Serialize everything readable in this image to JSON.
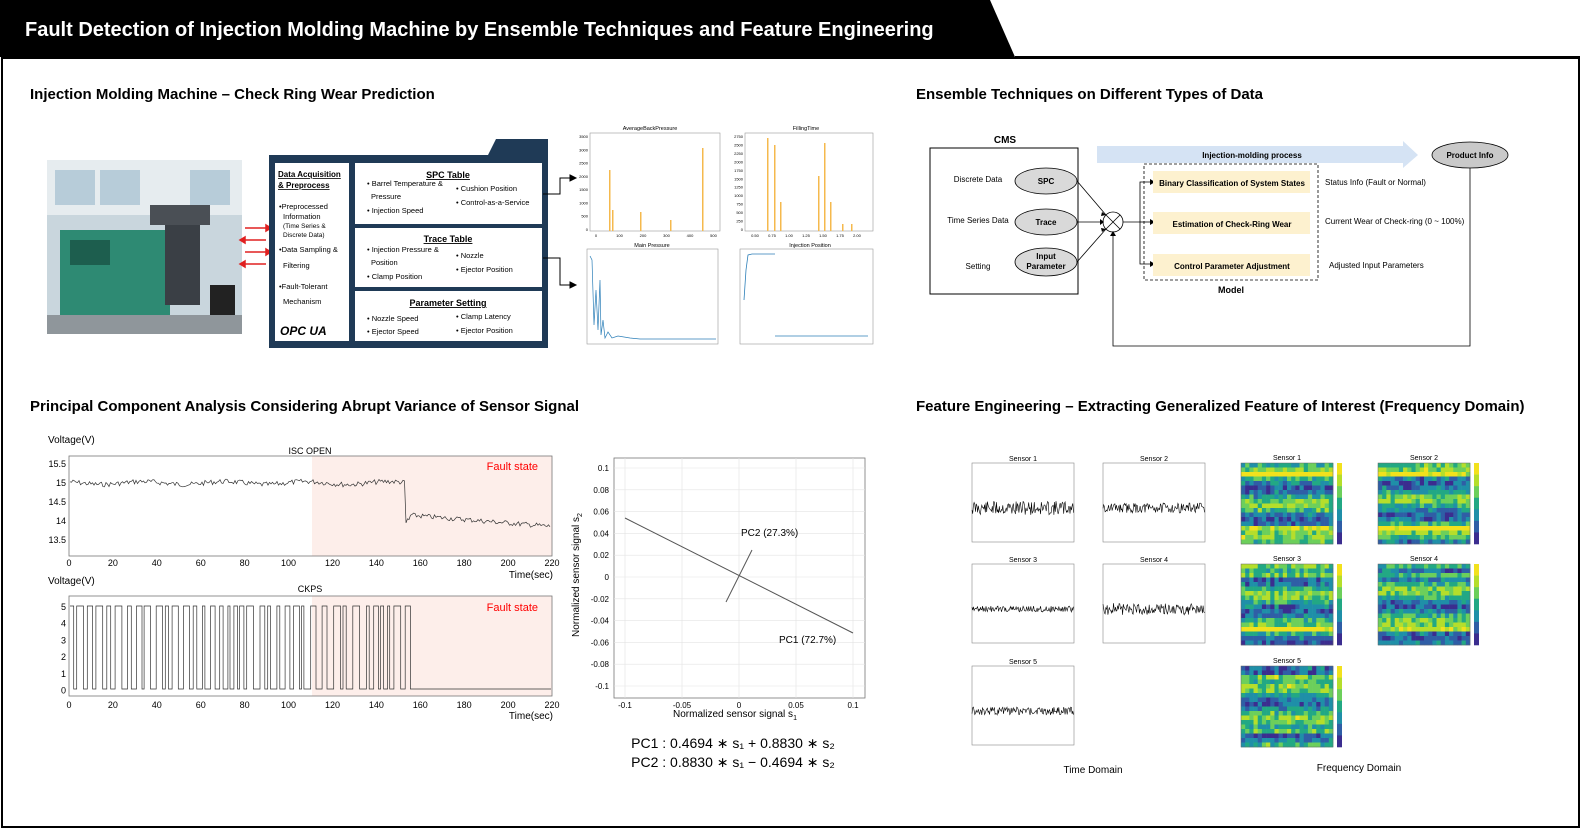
{
  "banner": {
    "title": "Fault Detection of Injection Molding Machine by Ensemble Techniques and Feature Engineering"
  },
  "sections": {
    "s1": "Injection Molding Machine – Check Ring Wear Prediction",
    "s2": "Ensemble Techniques on Different Types of Data",
    "s3": "Principal Component Analysis Considering Abrupt Variance of Sensor Signal",
    "s4": "Feature Engineering – Extracting Generalized Feature of Interest (Frequency Domain)"
  },
  "acquisition": {
    "title1": "Data Acquisition",
    "title2": "& Preprocess",
    "items": [
      "•Preprocessed",
      "Information",
      "(Time Series &",
      "Discrete Data)",
      "•Data Sampling &",
      "Filtering",
      "•Fault-Tolerant",
      "Mechanism"
    ],
    "logo": "OPC UA"
  },
  "tables": {
    "spc": {
      "title": "SPC Table",
      "left": [
        "• Barrel Temperature &",
        "Pressure",
        "• Injection Speed"
      ],
      "right": [
        "• Cushion Position",
        "• Control-as-a-Service"
      ]
    },
    "trace": {
      "title": "Trace Table",
      "left": [
        "• Injection Pressure &",
        "Position",
        "• Clamp Position"
      ],
      "right": [
        "• Nozzle",
        "• Ejector Position"
      ]
    },
    "param": {
      "title": "Parameter Setting",
      "left": [
        "• Nozzle Speed",
        "• Ejector Speed"
      ],
      "right": [
        "• Clamp Latency",
        "• Ejector Position"
      ]
    }
  },
  "mini_plots": {
    "p1": {
      "title": "AverageBackPressure",
      "yticks": [
        "3500",
        "3000",
        "2500",
        "2000",
        "1500",
        "1000",
        "500",
        "0"
      ],
      "xticks": [
        "0",
        "100",
        "200",
        "300",
        "400",
        "500"
      ]
    },
    "p2": {
      "title": "FillingTime",
      "yticks": [
        "2750",
        "2500",
        "2250",
        "2000",
        "1750",
        "1500",
        "1250",
        "1000",
        "750",
        "500",
        "250",
        "0"
      ],
      "xticks": [
        "0.50",
        "0.75",
        "1.00",
        "1.25",
        "1.50",
        "1.75",
        "2.00"
      ]
    },
    "p3": {
      "title": "Main Pressure"
    },
    "p4": {
      "title": "Injection Position"
    }
  },
  "ensemble": {
    "cms": "CMS",
    "rows": [
      {
        "label": "Discrete Data",
        "node": "SPC"
      },
      {
        "label": "Time Series Data",
        "node": "Trace"
      },
      {
        "label": "Setting",
        "node1": "Input",
        "node2": "Parameter"
      }
    ],
    "process": "Injection-molding process",
    "product": "Product Info",
    "tasks": [
      "Binary Classification of System States",
      "Estimation of Check-Ring Wear",
      "Control Parameter Adjustment"
    ],
    "outputs": [
      "Status Info (Fault or Normal)",
      "Current Wear of Check-ring (0 ~ 100%)",
      "Adjusted Input Parameters"
    ],
    "model": "Model"
  },
  "pca": {
    "ylabel": "Voltage(V)",
    "xlabel": "Time(sec)",
    "fault": "Fault state",
    "top": {
      "title": "ISC OPEN",
      "yticks": [
        "15.5",
        "15",
        "14.5",
        "14",
        "13.5"
      ]
    },
    "bottom": {
      "title": "CKPS",
      "yticks": [
        "5",
        "4",
        "3",
        "2",
        "1",
        "0"
      ]
    },
    "xticks": [
      "0",
      "20",
      "40",
      "60",
      "80",
      "100",
      "120",
      "140",
      "160",
      "180",
      "200",
      "220"
    ],
    "scatter": {
      "xlabel": "Normalized sensor signal s",
      "ylabel": "Normalized sensor signal s",
      "sub1": "1",
      "sub2": "2",
      "pc1": "PC1 (72.7%)",
      "pc2": "PC2 (27.3%)",
      "yticks": [
        "0.1",
        "0.08",
        "0.06",
        "0.04",
        "0.02",
        "0",
        "-0.02",
        "-0.04",
        "-0.06",
        "-0.08",
        "-0.1"
      ],
      "xticks": [
        "-0.1",
        "-0.05",
        "0",
        "0.05",
        "0.1"
      ]
    },
    "eq1": "PC1 : 0.4694 ∗ s₁ + 0.8830 ∗ s₂",
    "eq2": "PC2 : 0.8830 ∗ s₁ − 0.4694 ∗ s₂"
  },
  "fe": {
    "time_label": "Time Domain",
    "freq_label": "Frequency Domain",
    "sensors": [
      "Sensor 1",
      "Sensor 2",
      "Sensor 3",
      "Sensor 4",
      "Sensor 5"
    ]
  },
  "colors": {
    "banner": "#000000",
    "panel": "#1f3a56",
    "fault_fill": "#fdeeea",
    "fault_text": "#ff0000",
    "task_fill": "#fdf1cf",
    "arrow": "#d5e3f4",
    "line": "#2c7fb8",
    "bar": "#f5b94d"
  }
}
